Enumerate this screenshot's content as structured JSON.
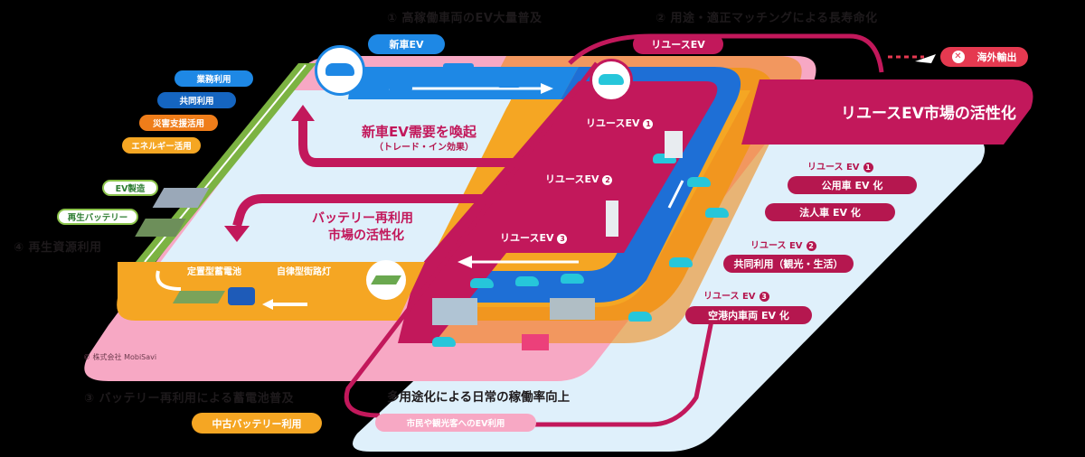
{
  "headings": {
    "h1": "① 高稼働車両のEV大量普及",
    "h2": "② 用途・適正マッチングによる長寿命化",
    "h3": "③ バッテリー再利用による蓄電池普及",
    "h4": "④ 再生資源利用"
  },
  "new_ev": {
    "badge": "新車EV"
  },
  "reuse_ev": {
    "badge": "リユースEV",
    "export_label": "海外輸出",
    "market_title": "リユースEV市場の活性化"
  },
  "left_uses": [
    {
      "label": "業務利用",
      "color": "#1e88e5"
    },
    {
      "label": "共同利用",
      "color": "#1565c0"
    },
    {
      "label": "災害支援活用",
      "color": "#ef7d1a"
    },
    {
      "label": "エネルギー活用",
      "color": "#f5a623"
    }
  ],
  "recycle": {
    "ev_manufacturing": "EV製造",
    "recycled_battery": "再生バッテリー"
  },
  "center": {
    "demand_title": "新車EV需要を喚起",
    "demand_sub": "（トレード・イン効果）",
    "battery_market_line1": "バッテリー再利用",
    "battery_market_line2": "市場の活性化"
  },
  "reuse_stages": [
    {
      "label": "リユースEV",
      "num": "1"
    },
    {
      "label": "リユースEV",
      "num": "2"
    },
    {
      "label": "リユースEV",
      "num": "3"
    }
  ],
  "battery_uses": {
    "stationary": "定置型蓄電池",
    "streetlight": "自律型街路灯"
  },
  "right_uses": [
    {
      "stage": "リユース EV",
      "num": "1",
      "items": [
        "公用車 EV 化",
        "法人車 EV 化"
      ]
    },
    {
      "stage": "リユース EV",
      "num": "2",
      "items": [
        "共同利用（観光・生活）"
      ]
    },
    {
      "stage": "リユース EV",
      "num": "3",
      "items": [
        "空港内車両 EV 化"
      ]
    }
  ],
  "bottom": {
    "utilization": "多用途化による日常の稼働率向上",
    "citizen_use": "市民や観光客へのEV利用",
    "used_battery": "中古バッテリー利用",
    "copyright": "© 株式会社 MobiSavi"
  },
  "colors": {
    "pink": "#f7a8c4",
    "magenta": "#c2185b",
    "blue": "#1e88e5",
    "orange": "#f5a623",
    "green": "#7cb342",
    "lightblue": "#dff0fb"
  }
}
